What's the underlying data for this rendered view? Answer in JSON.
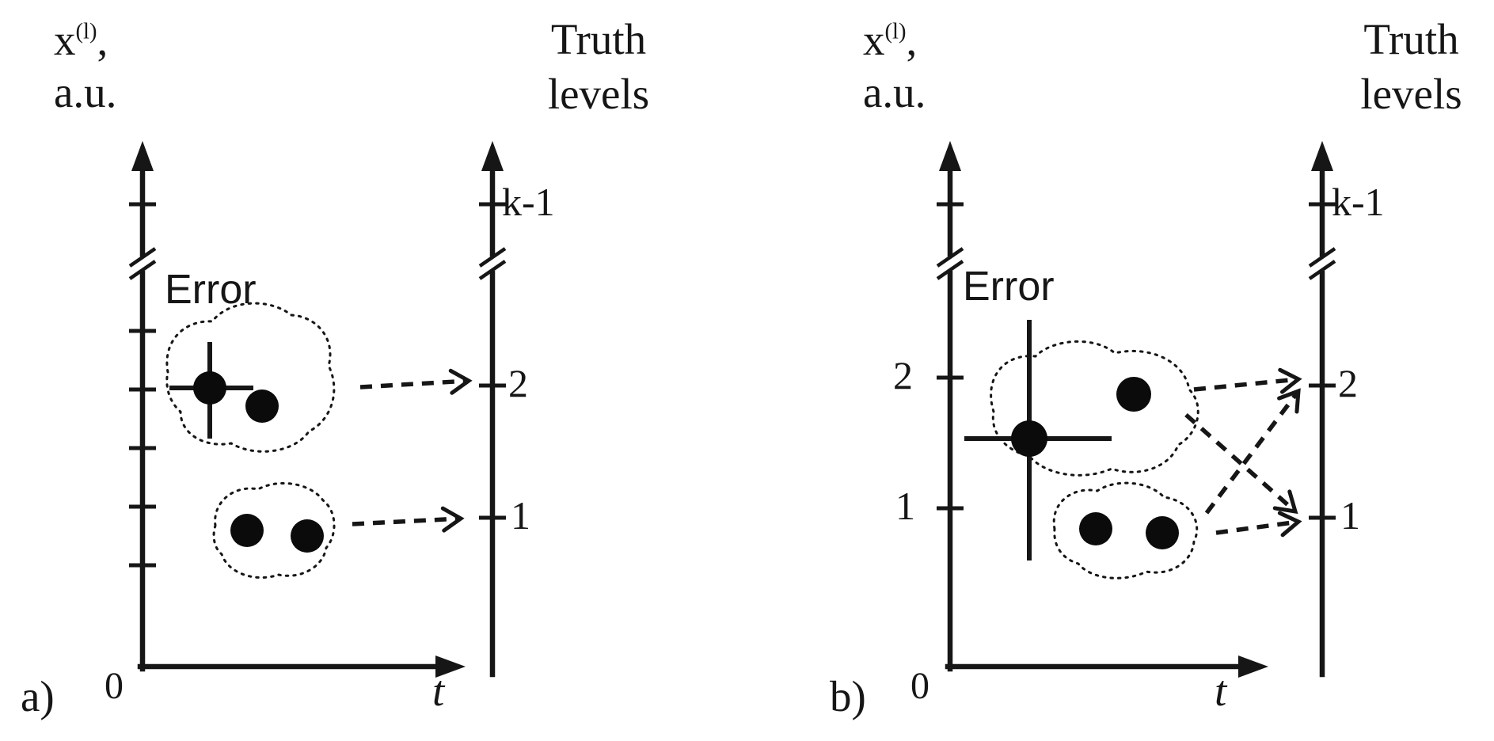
{
  "figure": {
    "background": "#ffffff",
    "ink": "#161616",
    "dot_color": "#0b0b0b"
  },
  "panels": [
    {
      "caption": "a)",
      "value_axis": {
        "label_base": "x",
        "label_sup": "(l)",
        "label_comma": ",",
        "label_unit": "a.u.",
        "origin": "0"
      },
      "time_axis": {
        "label": "t"
      },
      "error_label": "Error",
      "truth_axis": {
        "title_line1": "Truth",
        "title_line2": "levels",
        "levels": [
          "k-1",
          "2",
          "1"
        ]
      }
    },
    {
      "caption": "b)",
      "value_axis": {
        "label_base": "x",
        "label_sup": "(l)",
        "label_comma": ",",
        "label_unit": "a.u.",
        "origin": "0",
        "levels": [
          "2",
          "1"
        ]
      },
      "time_axis": {
        "label": "t"
      },
      "error_label": "Error",
      "truth_axis": {
        "title_line1": "Truth",
        "title_line2": "levels",
        "levels": [
          "k-1",
          "2",
          "1"
        ]
      }
    }
  ]
}
